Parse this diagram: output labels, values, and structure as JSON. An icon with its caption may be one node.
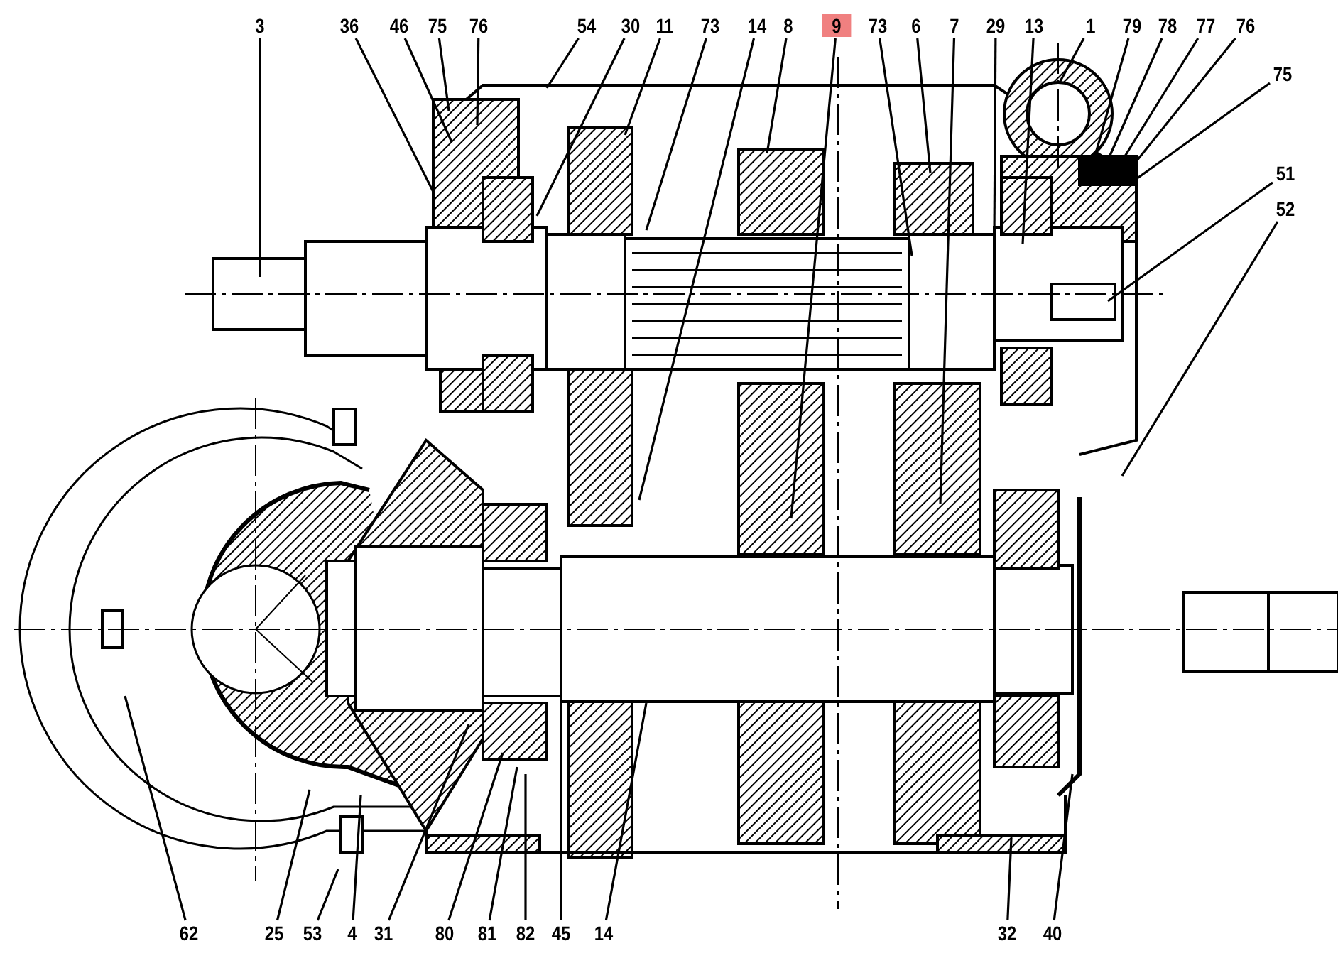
{
  "diagram": {
    "nodes": [
      {
        "text": [
          "3"
        ]
      },
      {
        "text": [
          "36"
        ]
      },
      {
        "text": [
          "46"
        ]
      },
      {
        "text": [
          "75"
        ]
      },
      {
        "text": [
          "76"
        ]
      },
      {
        "text": [
          "54"
        ]
      },
      {
        "text": [
          "30"
        ]
      },
      {
        "text": [
          "11"
        ]
      },
      {
        "text": [
          "73"
        ]
      },
      {
        "text": [
          "14"
        ]
      },
      {
        "text": [
          "8"
        ]
      },
      {
        "text": [
          "9"
        ]
      },
      {
        "text": [
          "73"
        ]
      },
      {
        "text": [
          "6"
        ]
      },
      {
        "text": [
          "7"
        ]
      },
      {
        "text": [
          "29"
        ]
      },
      {
        "text": [
          "13"
        ]
      },
      {
        "text": [
          "1"
        ]
      },
      {
        "text": [
          "79"
        ]
      },
      {
        "text": [
          "78"
        ]
      },
      {
        "text": [
          "77"
        ]
      },
      {
        "text": [
          "76"
        ]
      },
      {
        "text": [
          "75"
        ]
      },
      {
        "text": [
          "51"
        ]
      },
      {
        "text": [
          "52"
        ]
      },
      {
        "text": [
          "62"
        ]
      },
      {
        "text": [
          "25"
        ]
      },
      {
        "text": [
          "53"
        ]
      },
      {
        "text": [
          "4"
        ]
      },
      {
        "text": [
          "31"
        ]
      },
      {
        "text": [
          "80"
        ]
      },
      {
        "text": [
          "81"
        ]
      },
      {
        "text": [
          "82"
        ]
      },
      {
        "text": [
          "45"
        ]
      },
      {
        "text": [
          "14"
        ]
      },
      {
        "text": [
          "32"
        ]
      },
      {
        "text": [
          "40"
        ]
      }
    ],
    "edges": [
      {
        "from": 0,
        "to": null,
        "arrow": "none"
      },
      {
        "from": 1,
        "to": null,
        "arrow": "none"
      },
      {
        "from": 2,
        "to": null,
        "arrow": "none"
      },
      {
        "from": 3,
        "to": null,
        "arrow": "none"
      },
      {
        "from": 4,
        "to": null,
        "arrow": "none"
      },
      {
        "from": 5,
        "to": null,
        "arrow": "none"
      },
      {
        "from": 6,
        "to": null,
        "arrow": "none"
      },
      {
        "from": 7,
        "to": null,
        "arrow": "none"
      },
      {
        "from": 8,
        "to": null,
        "arrow": "none"
      },
      {
        "from": 9,
        "to": null,
        "arrow": "none"
      },
      {
        "from": 10,
        "to": null,
        "arrow": "none"
      },
      {
        "from": 11,
        "to": null,
        "arrow": "none"
      },
      {
        "from": 12,
        "to": null,
        "arrow": "none"
      },
      {
        "from": 13,
        "to": null,
        "arrow": "none"
      },
      {
        "from": 14,
        "to": null,
        "arrow": "none"
      },
      {
        "from": 15,
        "to": null,
        "arrow": "none"
      },
      {
        "from": 16,
        "to": null,
        "arrow": "none"
      },
      {
        "from": 17,
        "to": null,
        "arrow": "none"
      },
      {
        "from": 18,
        "to": null,
        "arrow": "none"
      },
      {
        "from": 19,
        "to": null,
        "arrow": "none"
      },
      {
        "from": 20,
        "to": null,
        "arrow": "none"
      },
      {
        "from": 21,
        "to": null,
        "arrow": "none"
      },
      {
        "from": 22,
        "to": null,
        "arrow": "none"
      },
      {
        "from": 23,
        "to": null,
        "arrow": "none"
      },
      {
        "from": 24,
        "to": null,
        "arrow": "none"
      },
      {
        "from": 25,
        "to": null,
        "arrow": "none"
      },
      {
        "from": 26,
        "to": null,
        "arrow": "none"
      },
      {
        "from": 27,
        "to": null,
        "arrow": "none"
      },
      {
        "from": 28,
        "to": null,
        "arrow": "none"
      },
      {
        "from": 29,
        "to": null,
        "arrow": "none"
      },
      {
        "from": 30,
        "to": null,
        "arrow": "none"
      },
      {
        "from": 31,
        "to": null,
        "arrow": "none"
      },
      {
        "from": 32,
        "to": null,
        "arrow": "none"
      },
      {
        "from": 33,
        "to": null,
        "arrow": "none"
      },
      {
        "from": 34,
        "to": null,
        "arrow": "none"
      },
      {
        "from": 35,
        "to": null,
        "arrow": "none"
      },
      {
        "from": 36,
        "to": null,
        "arrow": "none"
      }
    ]
  }
}
